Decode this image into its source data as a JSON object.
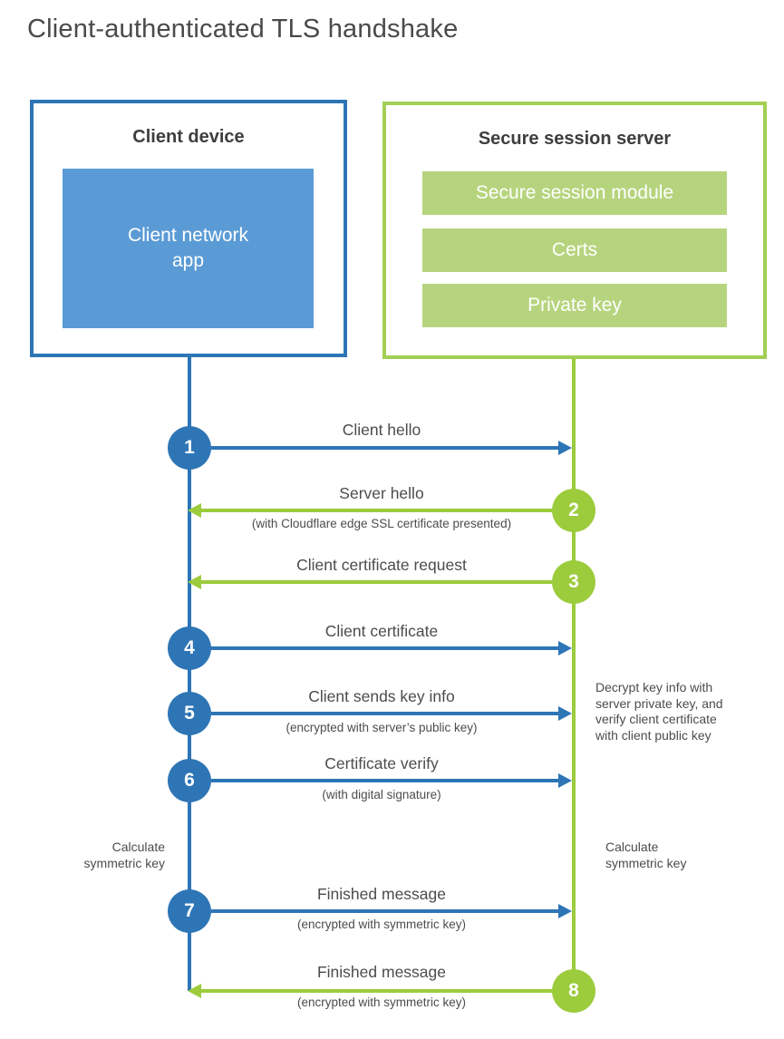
{
  "page": {
    "title": "Client-authenticated TLS handshake"
  },
  "client_box": {
    "title": "Client device",
    "app_label": "Client network\napp"
  },
  "server_box": {
    "title": "Secure session server",
    "modules": [
      "Secure session module",
      "Certs",
      "Private key"
    ]
  },
  "steps": [
    {
      "num": "1",
      "label": "Client hello",
      "sub": "",
      "direction": "client-to-server"
    },
    {
      "num": "2",
      "label": "Server hello",
      "sub": "(with Cloudflare edge SSL certificate presented)",
      "direction": "server-to-client"
    },
    {
      "num": "3",
      "label": "Client certificate request",
      "sub": "",
      "direction": "server-to-client"
    },
    {
      "num": "4",
      "label": "Client certificate",
      "sub": "",
      "direction": "client-to-server"
    },
    {
      "num": "5",
      "label": "Client sends key info",
      "sub": "(encrypted with server’s public key)",
      "direction": "client-to-server"
    },
    {
      "num": "6",
      "label": "Certificate verify",
      "sub": "(with digital signature)",
      "direction": "client-to-server"
    },
    {
      "num": "7",
      "label": "Finished message",
      "sub": "(encrypted with symmetric key)",
      "direction": "client-to-server"
    },
    {
      "num": "8",
      "label": "Finished message",
      "sub": "(encrypted with symmetric key)",
      "direction": "server-to-client"
    }
  ],
  "notes": {
    "calc_left": "Calculate\nsymmetric key",
    "calc_right": "Calculate\nsymmetric key",
    "decrypt": "Decrypt key info with\nserver private key, and\nverify client certificate\nwith client public key"
  },
  "colors": {
    "client_blue": "#2E75B6",
    "client_app_fill": "#5B9BD5",
    "server_green": "#9CCB3C",
    "server_border_green": "#A3CF55",
    "server_module_fill": "#B6D47E",
    "text_gray": "#4c4c4c"
  }
}
